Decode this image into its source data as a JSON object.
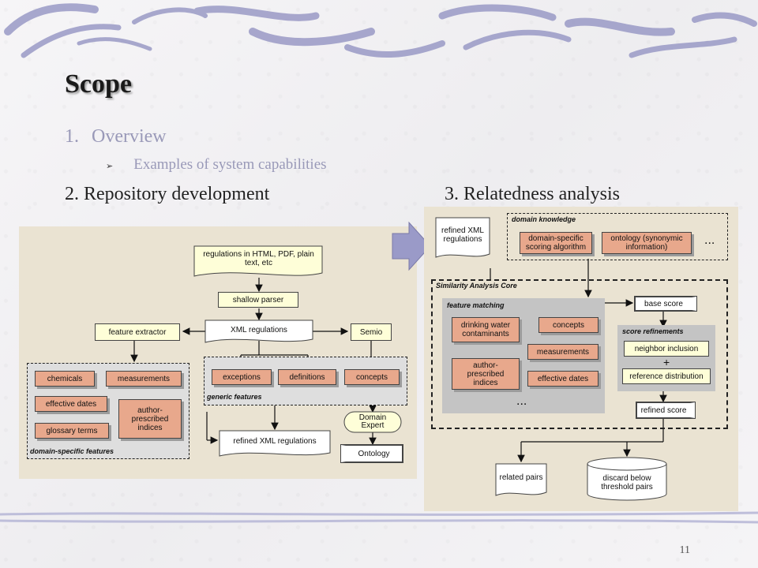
{
  "slide": {
    "title": "Scope",
    "outline": {
      "item1_num": "1.",
      "item1": "Overview",
      "item1_sub": "Examples of system capabilities",
      "item2": "2.  Repository development",
      "item3": "3.  Relatedness analysis"
    },
    "page_number": "11"
  },
  "left_diagram": {
    "input_doc": "regulations in HTML, PDF, plain text, etc",
    "shallow_parser": "shallow parser",
    "xml_regulations": "XML regulations",
    "feature_extractor": "feature extractor",
    "semio": "Semio",
    "domain_features": [
      "chemicals",
      "measurements",
      "effective dates",
      "author-prescribed indices",
      "glossary terms"
    ],
    "domain_features_label": "domain-specific features",
    "generic_features": [
      "exceptions",
      "definitions",
      "concepts"
    ],
    "generic_features_label": "generic features",
    "domain_expert": "Domain Expert",
    "ontology": "Ontology",
    "refined_output": "refined XML regulations"
  },
  "right_diagram": {
    "refined_input": "refined XML regulations",
    "domain_knowledge_label": "domain knowledge",
    "domain_scoring": "domain-specific scoring algorithm",
    "ontology_syn": "ontology (synonymic information)",
    "ellipsis": "...",
    "core_label": "Similarity Analysis Core",
    "feature_matching_label": "feature matching",
    "fm_items": [
      "drinking water contaminants",
      "concepts",
      "measurements",
      "author-prescribed indices",
      "effective dates"
    ],
    "base_score": "base score",
    "score_refinements_label": "score refinements",
    "neighbor_inclusion": "neighbor inclusion",
    "plus": "+",
    "reference_distribution": "reference distribution",
    "refined_score": "refined score",
    "related_pairs": "related pairs",
    "discard": "discard below threshold pairs"
  },
  "colors": {
    "panel": "#eae3d2",
    "feature_box": "#e8a88c",
    "process_box": "#fefed8",
    "arrow_fill": "#9a9ac8",
    "outline_text": "#9999b8"
  }
}
